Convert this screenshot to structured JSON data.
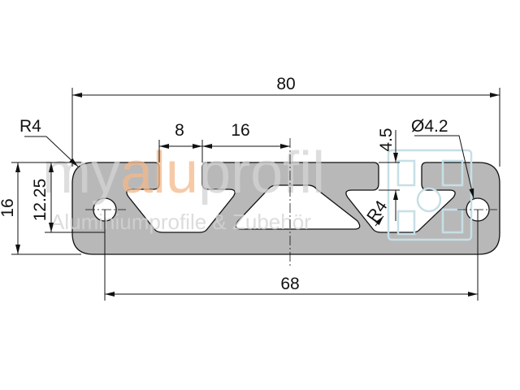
{
  "dimensions": {
    "overall_width": "80",
    "hole_spacing": "68",
    "overall_height": "16",
    "hole_height": "12.25",
    "slot_opening": "8",
    "slot_offset": "16",
    "slot_depth": "4.5",
    "corner_radius": "R4",
    "inner_radius": "R4",
    "hole_diameter": "Ø4.2"
  },
  "watermark": {
    "brand_prefix": "my",
    "brand_accent": "alu",
    "brand_suffix": "profil",
    "tagline": "Aluminiumprofile & Zubehör"
  },
  "colors": {
    "profile_fill": "#b8b8b8",
    "watermark_gray": "#d4d4d4",
    "watermark_accent": "#f5b98a",
    "logo_blue": "#c6dfe6"
  }
}
